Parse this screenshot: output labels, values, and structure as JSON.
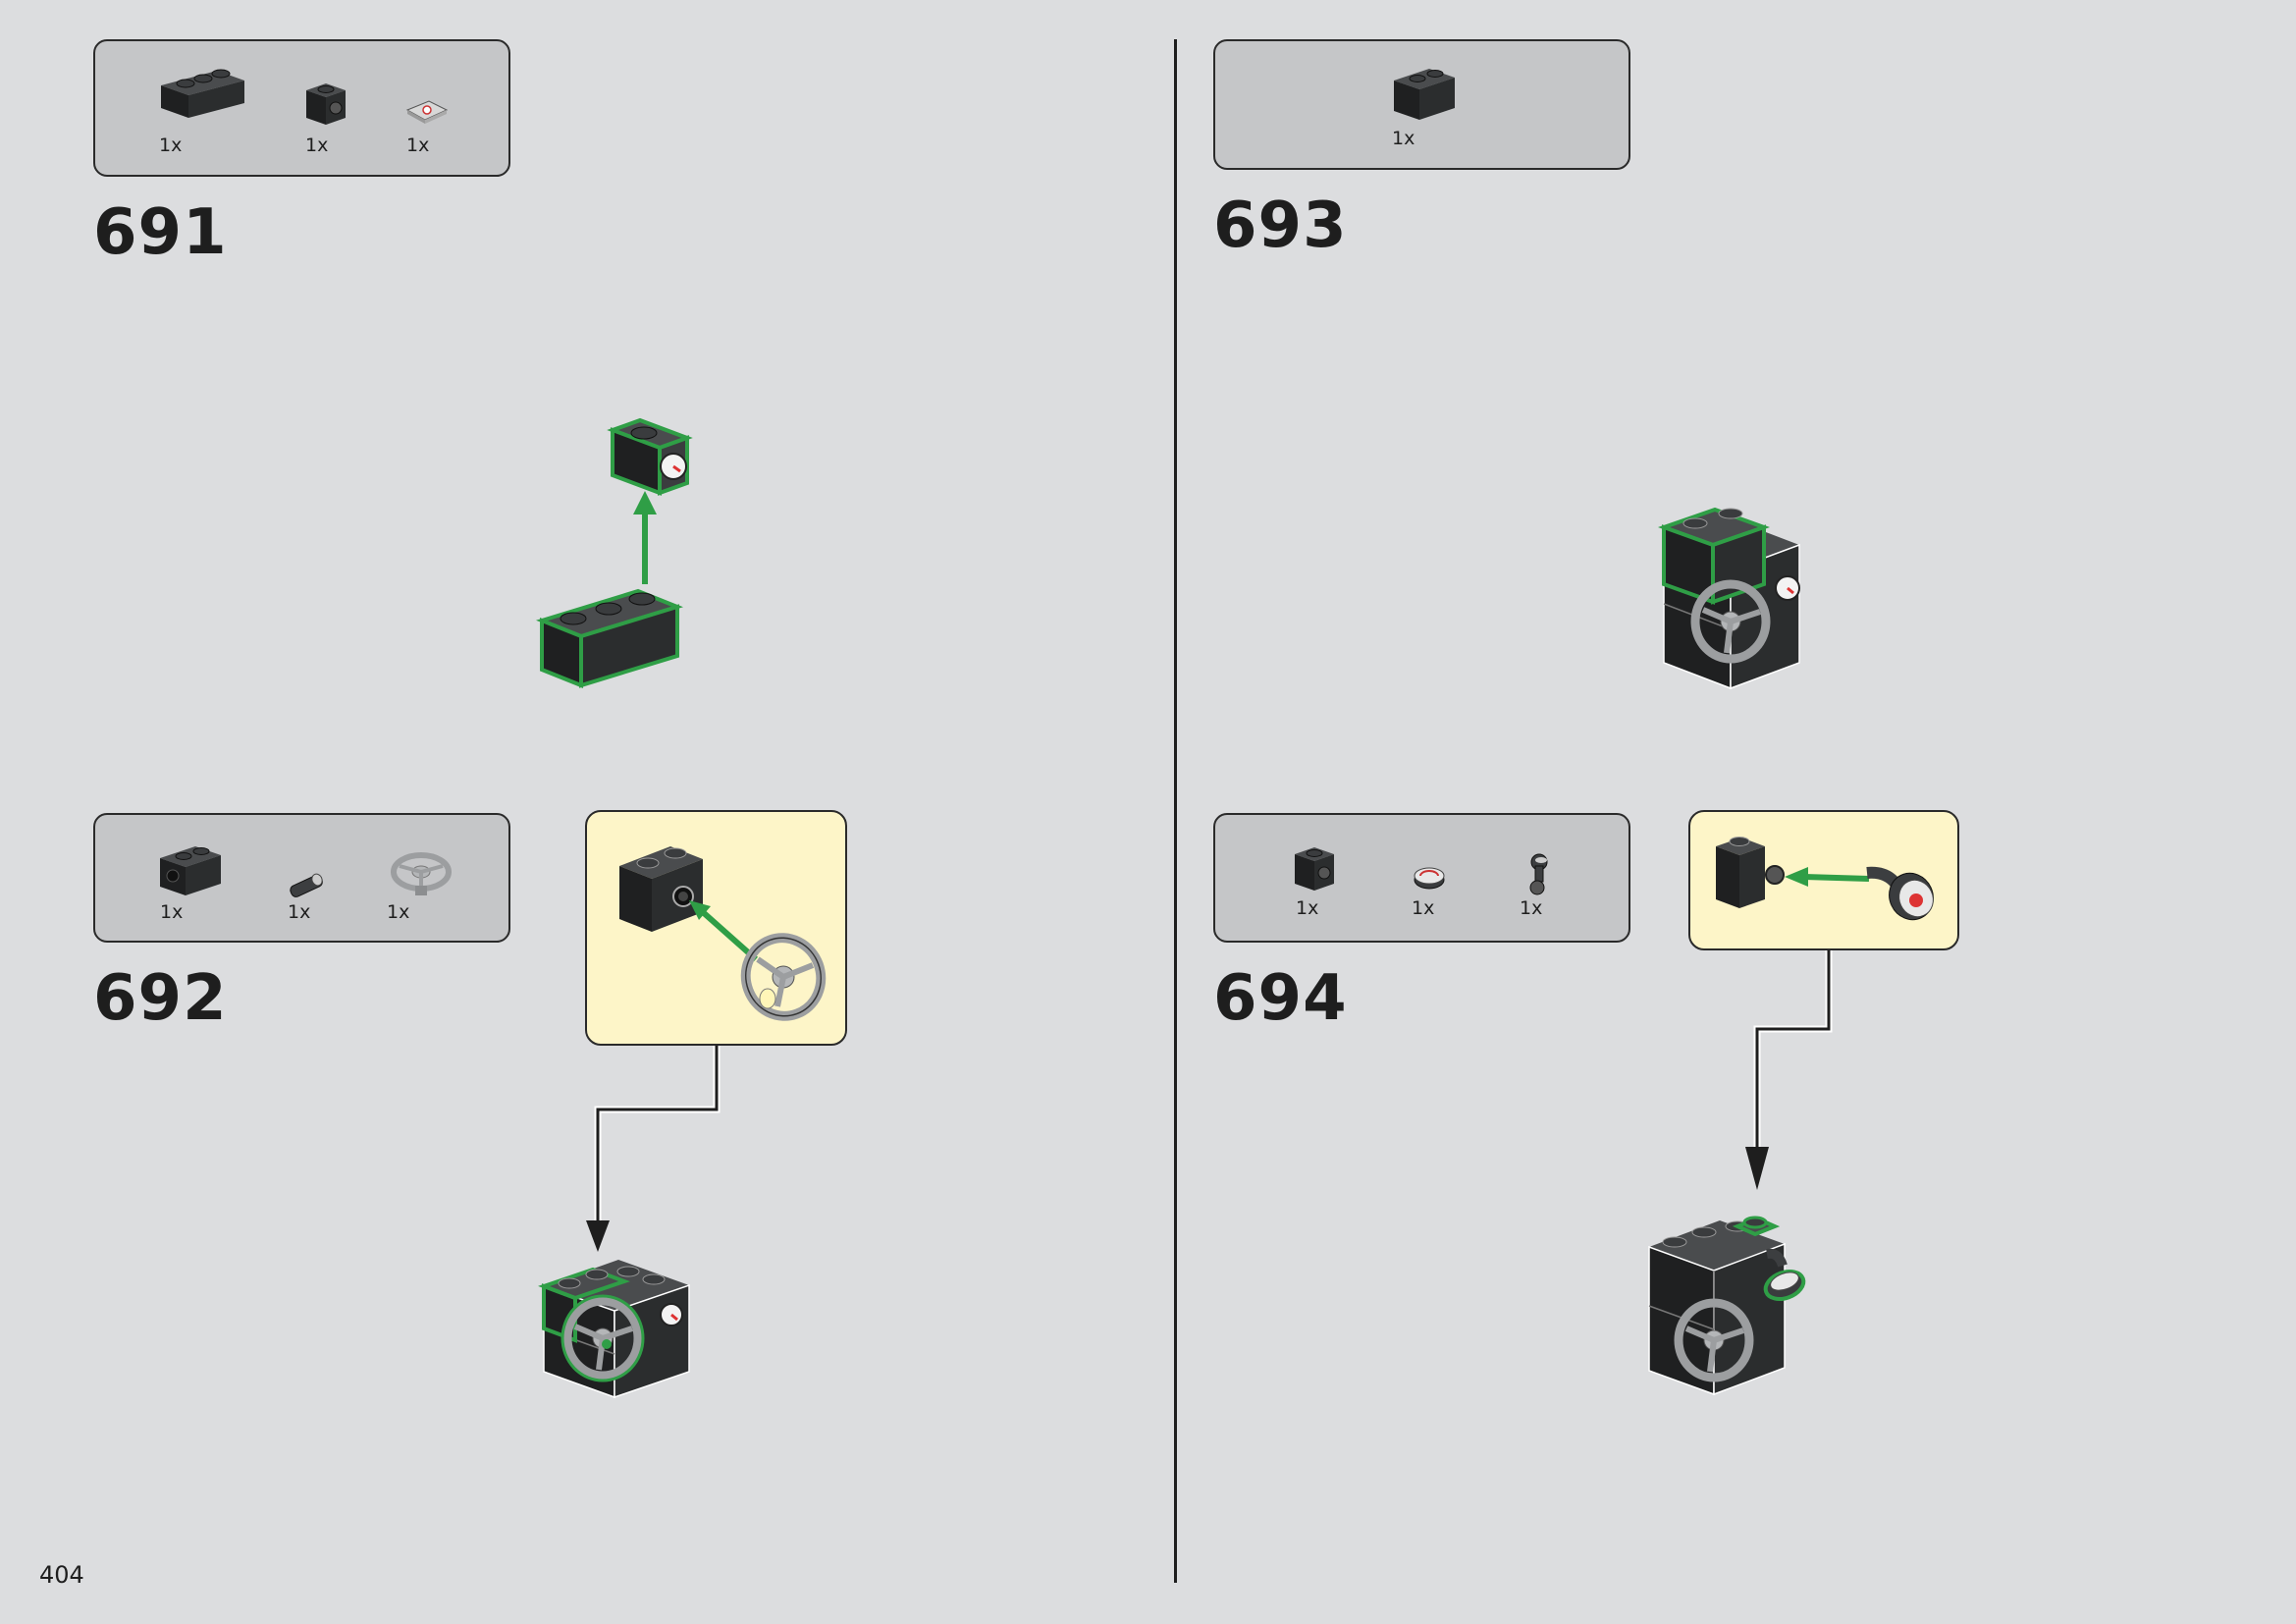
{
  "page": {
    "number": "404"
  },
  "steps": [
    {
      "id": "691",
      "number": "691",
      "parts": [
        {
          "qty": "1x",
          "icon": "brick-1x3-icon"
        },
        {
          "qty": "1x",
          "icon": "brick-1x1-side-stud-icon"
        },
        {
          "qty": "1x",
          "icon": "tile-gauge-icon"
        }
      ]
    },
    {
      "id": "692",
      "number": "692",
      "parts": [
        {
          "qty": "1x",
          "icon": "brick-1x2-technic-icon"
        },
        {
          "qty": "1x",
          "icon": "axle-pin-icon"
        },
        {
          "qty": "1x",
          "icon": "steering-wheel-icon"
        }
      ]
    },
    {
      "id": "693",
      "number": "693",
      "parts": [
        {
          "qty": "1x",
          "icon": "brick-1x2-icon"
        }
      ]
    },
    {
      "id": "694",
      "number": "694",
      "parts": [
        {
          "qty": "1x",
          "icon": "brick-1x1-side-stud-icon"
        },
        {
          "qty": "1x",
          "icon": "round-tile-icon"
        },
        {
          "qty": "1x",
          "icon": "bar-holder-icon"
        }
      ]
    }
  ],
  "colors": {
    "background": "#dcdddf",
    "parts_box": "#c5c6c8",
    "callout": "#fdf5c8",
    "highlight": "#2f9e46",
    "brick": "#2b2d2e"
  }
}
